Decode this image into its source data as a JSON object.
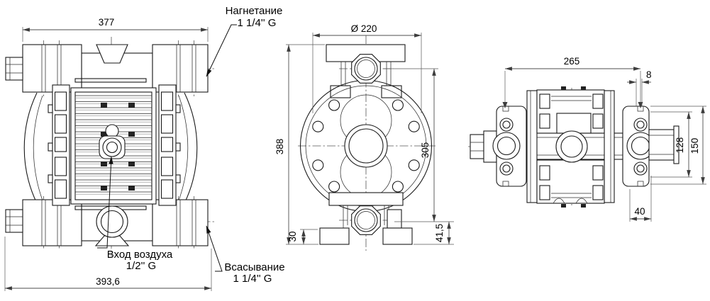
{
  "colors": {
    "background": "#ffffff",
    "line": "#1a1a1a",
    "dimension": "#4d4d4d"
  },
  "front_view": {
    "dim_width_top": "377",
    "dim_width_bottom": "393,6",
    "label_discharge_1": "Нагнетание",
    "label_discharge_2": "1 1/4'' G",
    "label_air_1": "Вход воздуха",
    "label_air_2": "1/2'' G",
    "label_suction_1": "Всасывание",
    "label_suction_2": "1 1/4'' G"
  },
  "side_view": {
    "dim_diameter": "Ø 220",
    "dim_height_total": "388",
    "dim_height_port": "305",
    "dim_foot_height": "30",
    "dim_port_bottom": "41,5"
  },
  "top_view": {
    "dim_bolt_span": "265",
    "dim_offset": "8",
    "dim_depth_inner": "128",
    "dim_depth_outer": "150",
    "dim_edge": "40"
  }
}
